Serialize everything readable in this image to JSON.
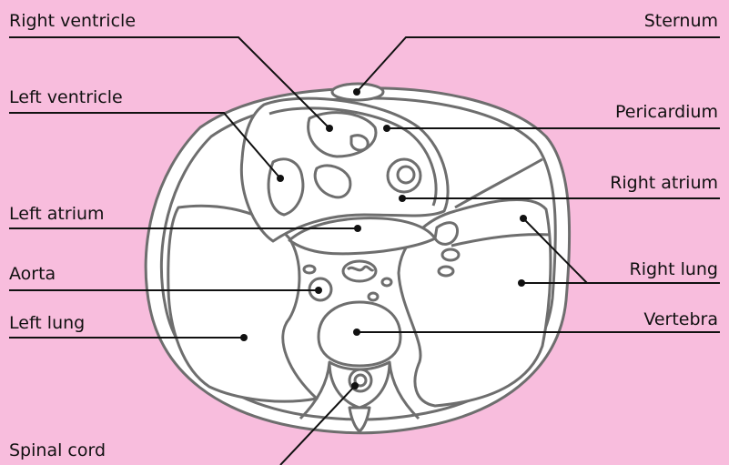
{
  "labels": {
    "right_ventricle": "Right ventricle",
    "left_ventricle": "Left ventricle",
    "left_atrium": "Left atrium",
    "aorta": "Aorta",
    "left_lung": "Left lung",
    "spinal_cord": "Spinal cord",
    "sternum": "Sternum",
    "pericardium": "Pericardium",
    "right_atrium": "Right atrium",
    "right_lung": "Right lung",
    "vertebra": "Vertebra"
  },
  "colors": {
    "background": "#f8bddd",
    "tissue_fill": "#ffffff",
    "tissue_stroke": "#6e6e6e",
    "leader_line": "#111111"
  }
}
